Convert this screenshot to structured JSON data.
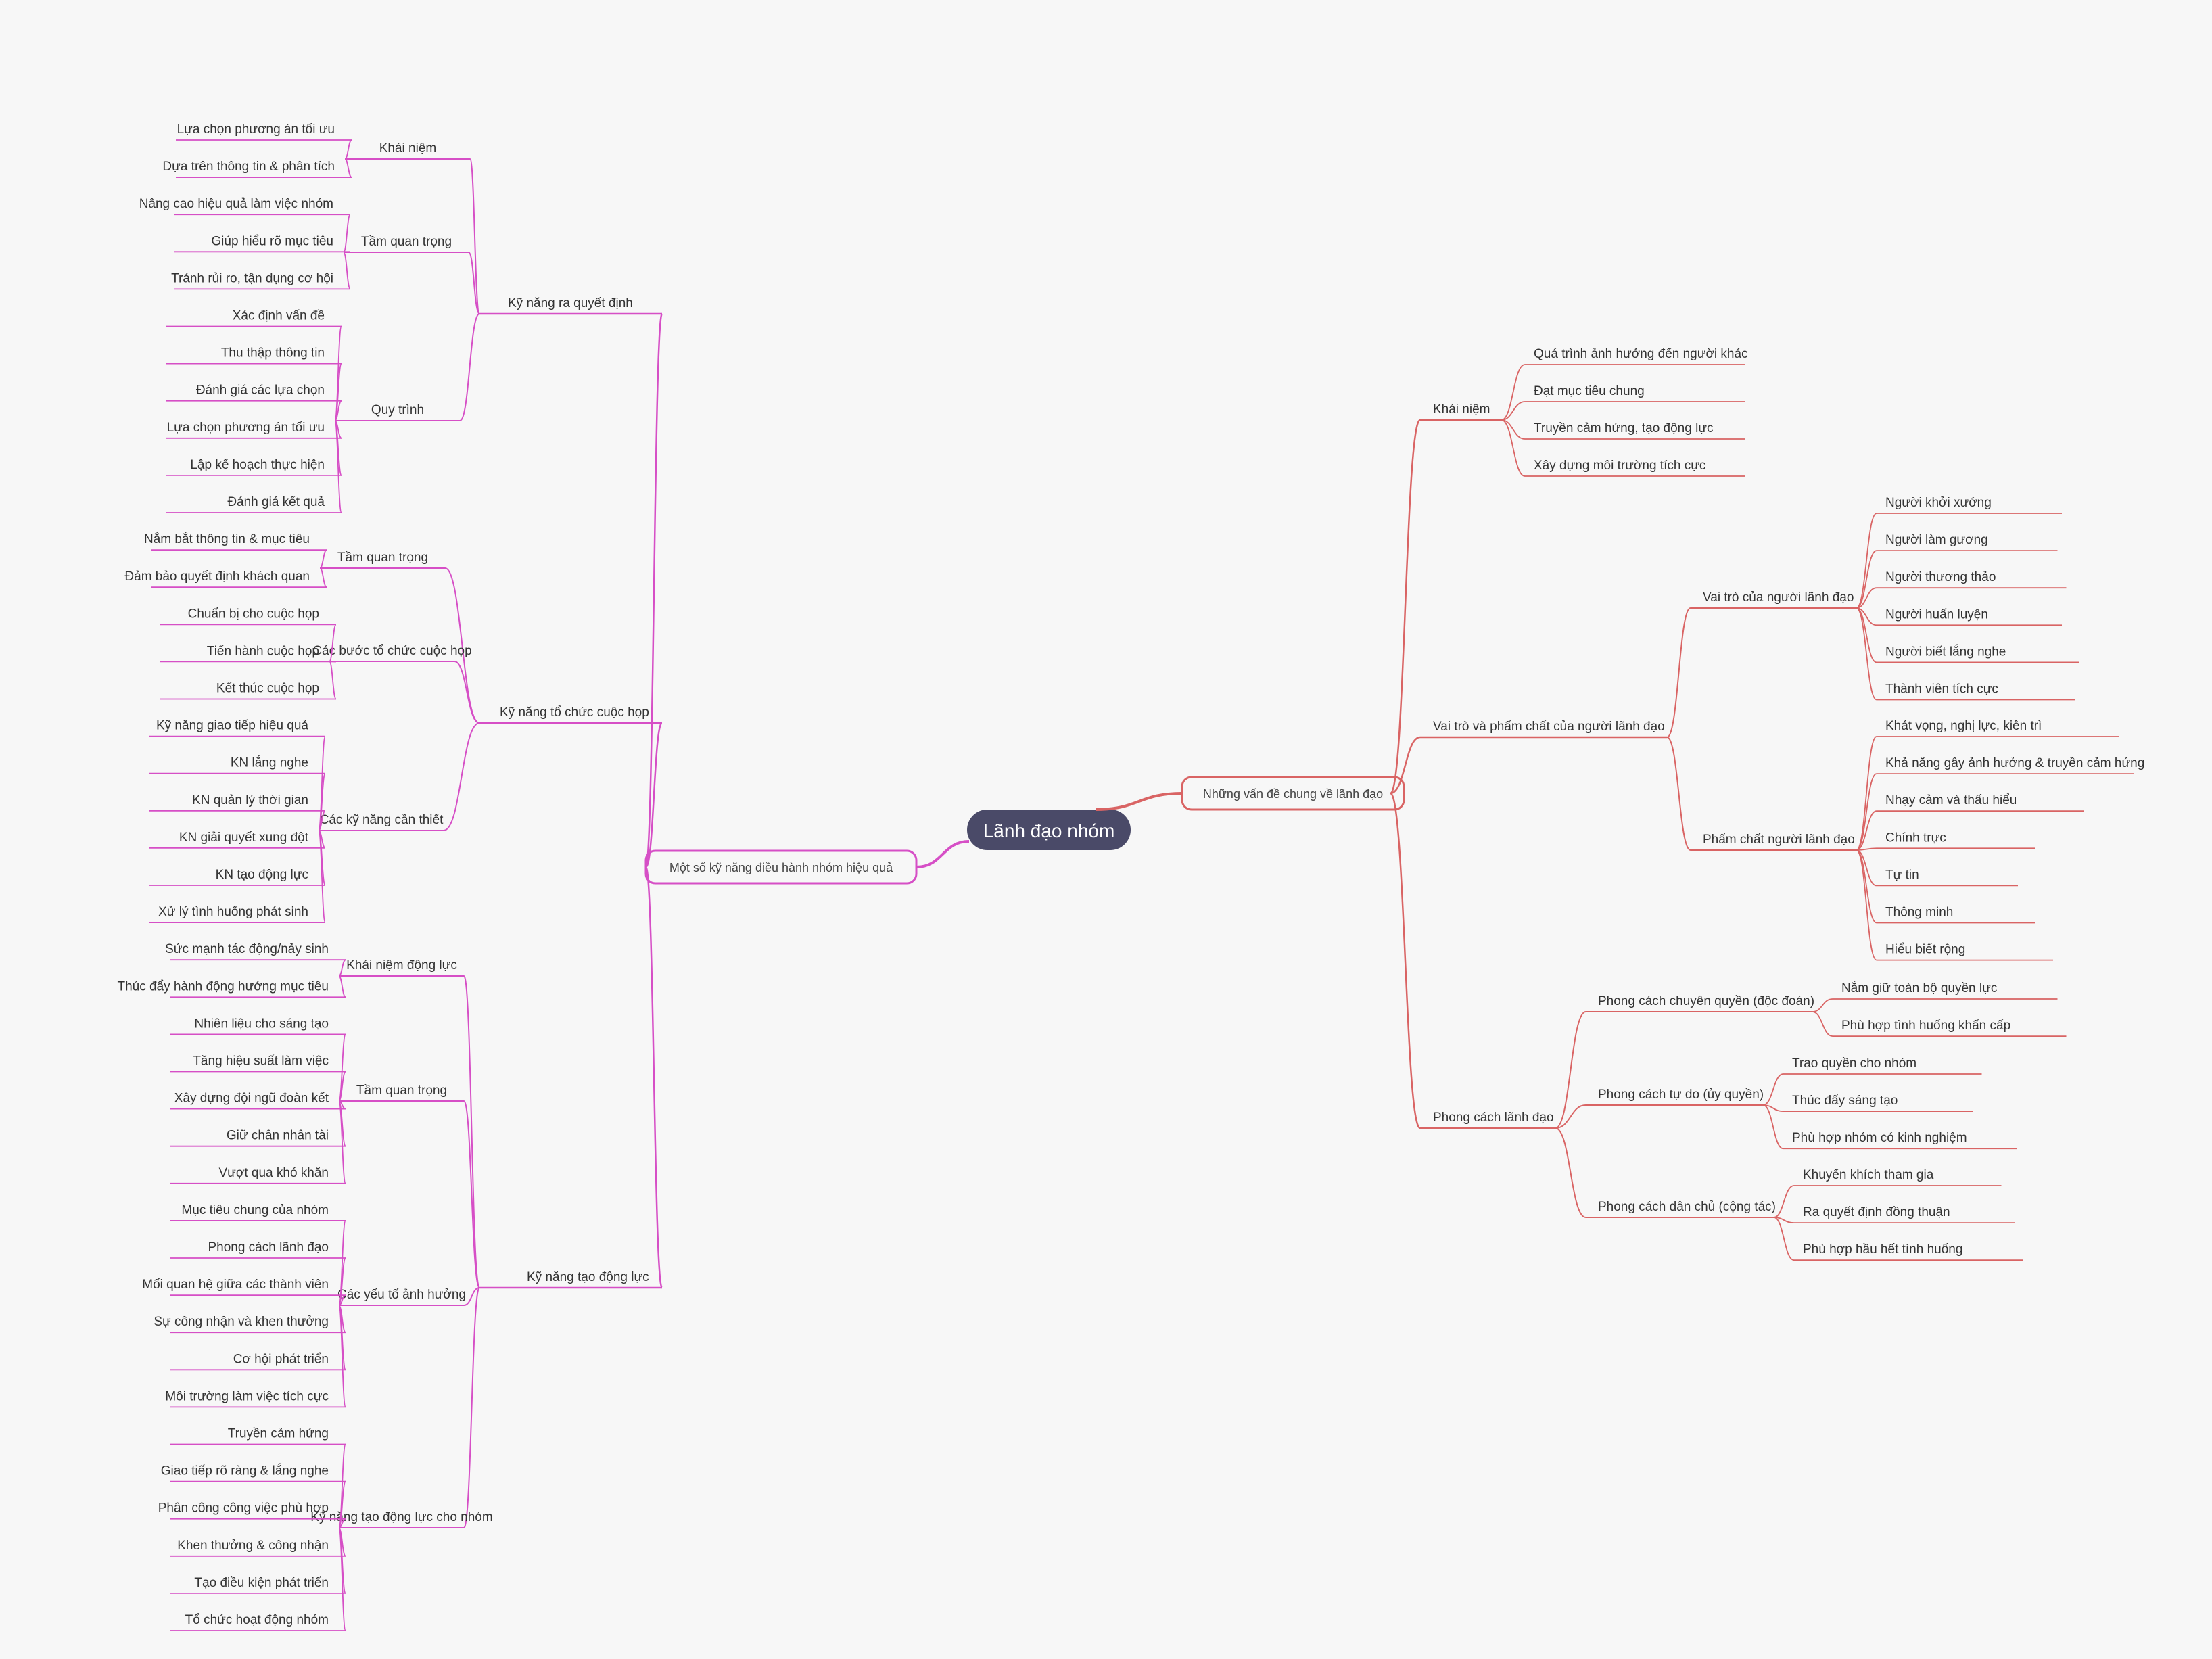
{
  "root": {
    "label": "Lãnh đạo nhóm"
  },
  "colors": {
    "left": "#d64fc6",
    "right": "#d96464",
    "root_bg": "#4a4a68",
    "text": "#333333",
    "background": "#f7f7f7"
  },
  "left": {
    "label": "Một số kỹ năng điều hành nhóm hiệu quả",
    "children": [
      {
        "label": "Kỹ năng ra quyết định",
        "children": [
          {
            "label": "Khái niệm",
            "children": [
              {
                "label": "Lựa chọn phương án tối ưu"
              },
              {
                "label": "Dựa trên thông tin & phân tích"
              }
            ]
          },
          {
            "label": "Tầm quan trọng",
            "children": [
              {
                "label": "Nâng cao hiệu quả làm việc nhóm"
              },
              {
                "label": "Giúp hiểu rõ mục tiêu"
              },
              {
                "label": "Tránh rủi ro, tận dụng cơ hội"
              }
            ]
          },
          {
            "label": "Quy trình",
            "children": [
              {
                "label": "Xác định vấn đề"
              },
              {
                "label": "Thu thập thông tin"
              },
              {
                "label": "Đánh giá các lựa chọn"
              },
              {
                "label": "Lựa chọn phương án tối ưu"
              },
              {
                "label": "Lập kế hoạch thực hiện"
              },
              {
                "label": "Đánh giá kết quả"
              }
            ]
          }
        ]
      },
      {
        "label": "Kỹ năng tổ chức cuộc họp",
        "children": [
          {
            "label": "Tầm quan trọng",
            "children": [
              {
                "label": "Nắm bắt thông tin & mục tiêu"
              },
              {
                "label": "Đảm bảo quyết định khách quan"
              }
            ]
          },
          {
            "label": "Các bước tổ chức cuộc họp",
            "children": [
              {
                "label": "Chuẩn bị cho cuộc họp"
              },
              {
                "label": "Tiến hành cuộc họp"
              },
              {
                "label": "Kết thúc cuộc họp"
              }
            ]
          },
          {
            "label": "Các kỹ năng cần thiết",
            "children": [
              {
                "label": "Kỹ năng giao tiếp hiệu quả"
              },
              {
                "label": "KN lắng nghe"
              },
              {
                "label": "KN quản lý thời gian"
              },
              {
                "label": "KN giải quyết xung đột"
              },
              {
                "label": "KN tạo động lực"
              },
              {
                "label": "Xử lý tình huống phát sinh"
              }
            ]
          }
        ]
      },
      {
        "label": "Kỹ năng tạo động lực",
        "children": [
          {
            "label": "Khái niệm động lực",
            "children": [
              {
                "label": "Sức mạnh tác động/nảy sinh"
              },
              {
                "label": "Thúc đẩy hành động hướng mục tiêu"
              }
            ]
          },
          {
            "label": "Tầm quan trọng",
            "children": [
              {
                "label": "Nhiên liệu cho sáng tạo"
              },
              {
                "label": "Tăng hiệu suất làm việc"
              },
              {
                "label": "Xây dựng đội ngũ đoàn kết"
              },
              {
                "label": "Giữ chân nhân tài"
              },
              {
                "label": "Vượt qua khó khăn"
              }
            ]
          },
          {
            "label": "Các yếu tố ảnh hưởng",
            "children": [
              {
                "label": "Mục tiêu chung của nhóm"
              },
              {
                "label": "Phong cách lãnh đạo"
              },
              {
                "label": "Mối quan hệ giữa các thành viên"
              },
              {
                "label": "Sự công nhận và khen thưởng"
              },
              {
                "label": "Cơ hội phát triển"
              },
              {
                "label": "Môi trường làm việc tích cực"
              }
            ]
          },
          {
            "label": "Kỹ năng tạo động lực cho nhóm",
            "children": [
              {
                "label": "Truyền cảm hứng"
              },
              {
                "label": "Giao tiếp rõ ràng & lắng nghe"
              },
              {
                "label": "Phân công công việc phù hợp"
              },
              {
                "label": "Khen thưởng & công nhận"
              },
              {
                "label": "Tạo điều kiện phát triển"
              },
              {
                "label": "Tổ chức hoạt động nhóm"
              }
            ]
          }
        ]
      }
    ]
  },
  "right": {
    "label": "Những vấn đề chung về lãnh đạo",
    "children": [
      {
        "label": "Khái niệm",
        "children": [
          {
            "label": "Quá trình ảnh hưởng đến người khác"
          },
          {
            "label": "Đạt mục tiêu chung"
          },
          {
            "label": "Truyền cảm hứng, tạo động lực"
          },
          {
            "label": "Xây dựng môi trường tích cực"
          }
        ]
      },
      {
        "label": "Vai trò và phẩm chất của người lãnh đạo",
        "children": [
          {
            "label": "Vai trò của người lãnh đạo",
            "children": [
              {
                "label": "Người khởi xướng"
              },
              {
                "label": "Người làm gương"
              },
              {
                "label": "Người thương thảo"
              },
              {
                "label": "Người huấn luyện"
              },
              {
                "label": "Người biết lắng nghe"
              },
              {
                "label": "Thành viên tích cực"
              }
            ]
          },
          {
            "label": "Phẩm chất người lãnh đạo",
            "children": [
              {
                "label": "Khát vọng, nghị lực, kiên trì"
              },
              {
                "label": "Khả năng gây ảnh hưởng & truyền cảm hứng"
              },
              {
                "label": "Nhạy cảm và thấu hiểu"
              },
              {
                "label": "Chính trực"
              },
              {
                "label": "Tự tin"
              },
              {
                "label": "Thông minh"
              },
              {
                "label": "Hiểu biết rộng"
              }
            ]
          }
        ]
      },
      {
        "label": "Phong cách lãnh đạo",
        "children": [
          {
            "label": "Phong cách chuyên quyền (độc đoán)",
            "children": [
              {
                "label": "Nắm giữ toàn bộ quyền lực"
              },
              {
                "label": "Phù hợp tình huống khẩn cấp"
              }
            ]
          },
          {
            "label": "Phong cách tự do (ủy quyền)",
            "children": [
              {
                "label": "Trao quyền cho nhóm"
              },
              {
                "label": "Thúc đẩy sáng tạo"
              },
              {
                "label": "Phù hợp nhóm có kinh nghiệm"
              }
            ]
          },
          {
            "label": "Phong cách dân chủ (cộng tác)",
            "children": [
              {
                "label": "Khuyến khích tham gia"
              },
              {
                "label": "Ra quyết định đồng thuận"
              },
              {
                "label": "Phù hợp hầu hết tình huống"
              }
            ]
          }
        ]
      }
    ]
  }
}
